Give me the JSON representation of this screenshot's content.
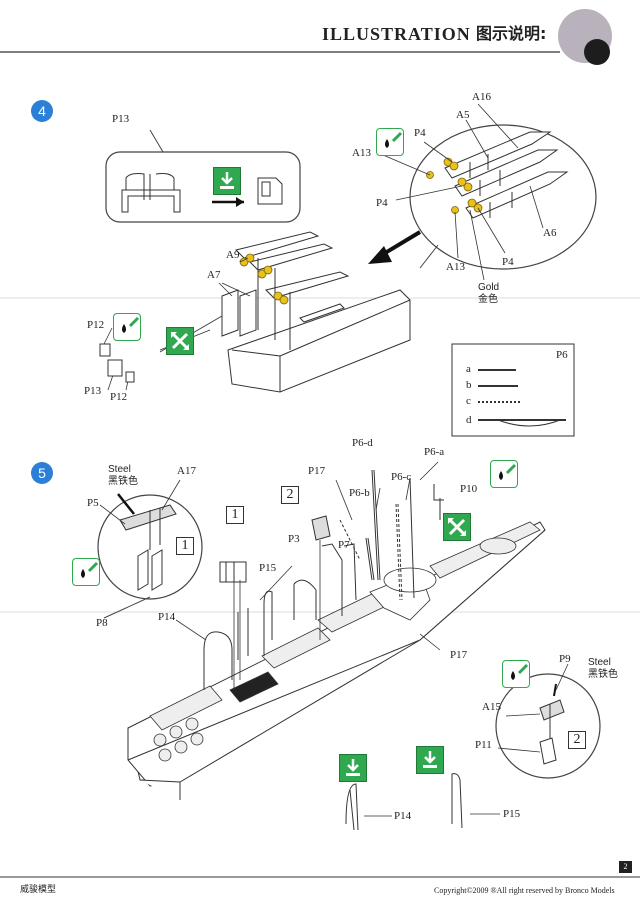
{
  "header": {
    "title": "ILLUSTRATION",
    "title_cn": "图示说明:"
  },
  "steps": [
    {
      "number": "4"
    },
    {
      "number": "5"
    }
  ],
  "step4": {
    "labels": {
      "p13_detail": "P13",
      "a16": "A16",
      "a5": "A5",
      "p4_top": "P4",
      "a13_top": "A13",
      "p4_mid": "P4",
      "a6": "A6",
      "p4_bot": "P4",
      "a13_bot": "A13",
      "gold": "Gold",
      "gold_cn": "金色",
      "a9": "A9",
      "a7": "A7",
      "p12_left": "P12",
      "p13_bottom": "P13",
      "p12_bottom": "P12"
    },
    "p6_box": {
      "title": "P6",
      "rows": [
        "a",
        "b",
        "c",
        "d"
      ]
    }
  },
  "step5": {
    "labels": {
      "steel_left": "Steel",
      "steel_left_cn": "黑铁色",
      "a17": "A17",
      "p5": "P5",
      "box1_left": "1",
      "p8": "P8",
      "box1_mid": "1",
      "box2_mid": "2",
      "p17_top": "P17",
      "p6_d": "P6-d",
      "p6_a": "P6-a",
      "p6_b": "P6-b",
      "p6_c": "P6-c",
      "p10": "P10",
      "p3": "P3",
      "p7": "P7",
      "p15_mid": "P15",
      "p14_mid": "P14",
      "p17_right": "P17",
      "p9": "P9",
      "steel_right": "Steel",
      "steel_right_cn": "黑铁色",
      "a15": "A15",
      "p11": "P11",
      "box2_right": "2",
      "p14_bottom": "P14",
      "p15_bottom": "P15"
    }
  },
  "footer": {
    "left": "威骏模型",
    "right": "Copyright©2009  ®All right reserved by Bronco Models",
    "page": "2"
  },
  "colors": {
    "step_badge": "#2b7fd6",
    "glue_green": "#2fa84f",
    "gold": "#e8c21a"
  }
}
